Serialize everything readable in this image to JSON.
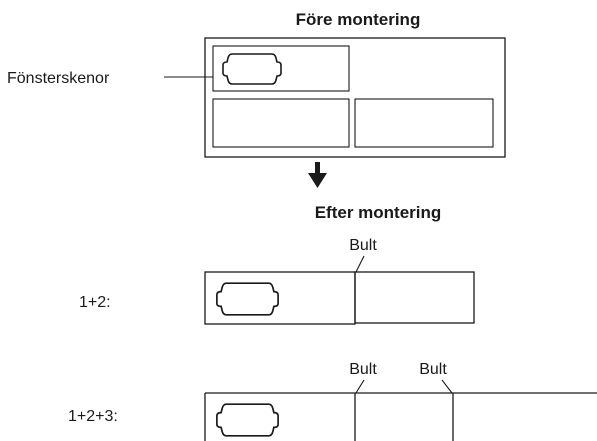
{
  "titles": {
    "before": "Före montering",
    "after": "Efter montering"
  },
  "labels": {
    "rails": "Fönsterskenor",
    "step_12": "1+2:",
    "step_123": "1+2+3:",
    "bolt": "Bult"
  },
  "icons": {
    "arrow": "arrow-down-icon",
    "window_outline": "window-outline-icon"
  }
}
